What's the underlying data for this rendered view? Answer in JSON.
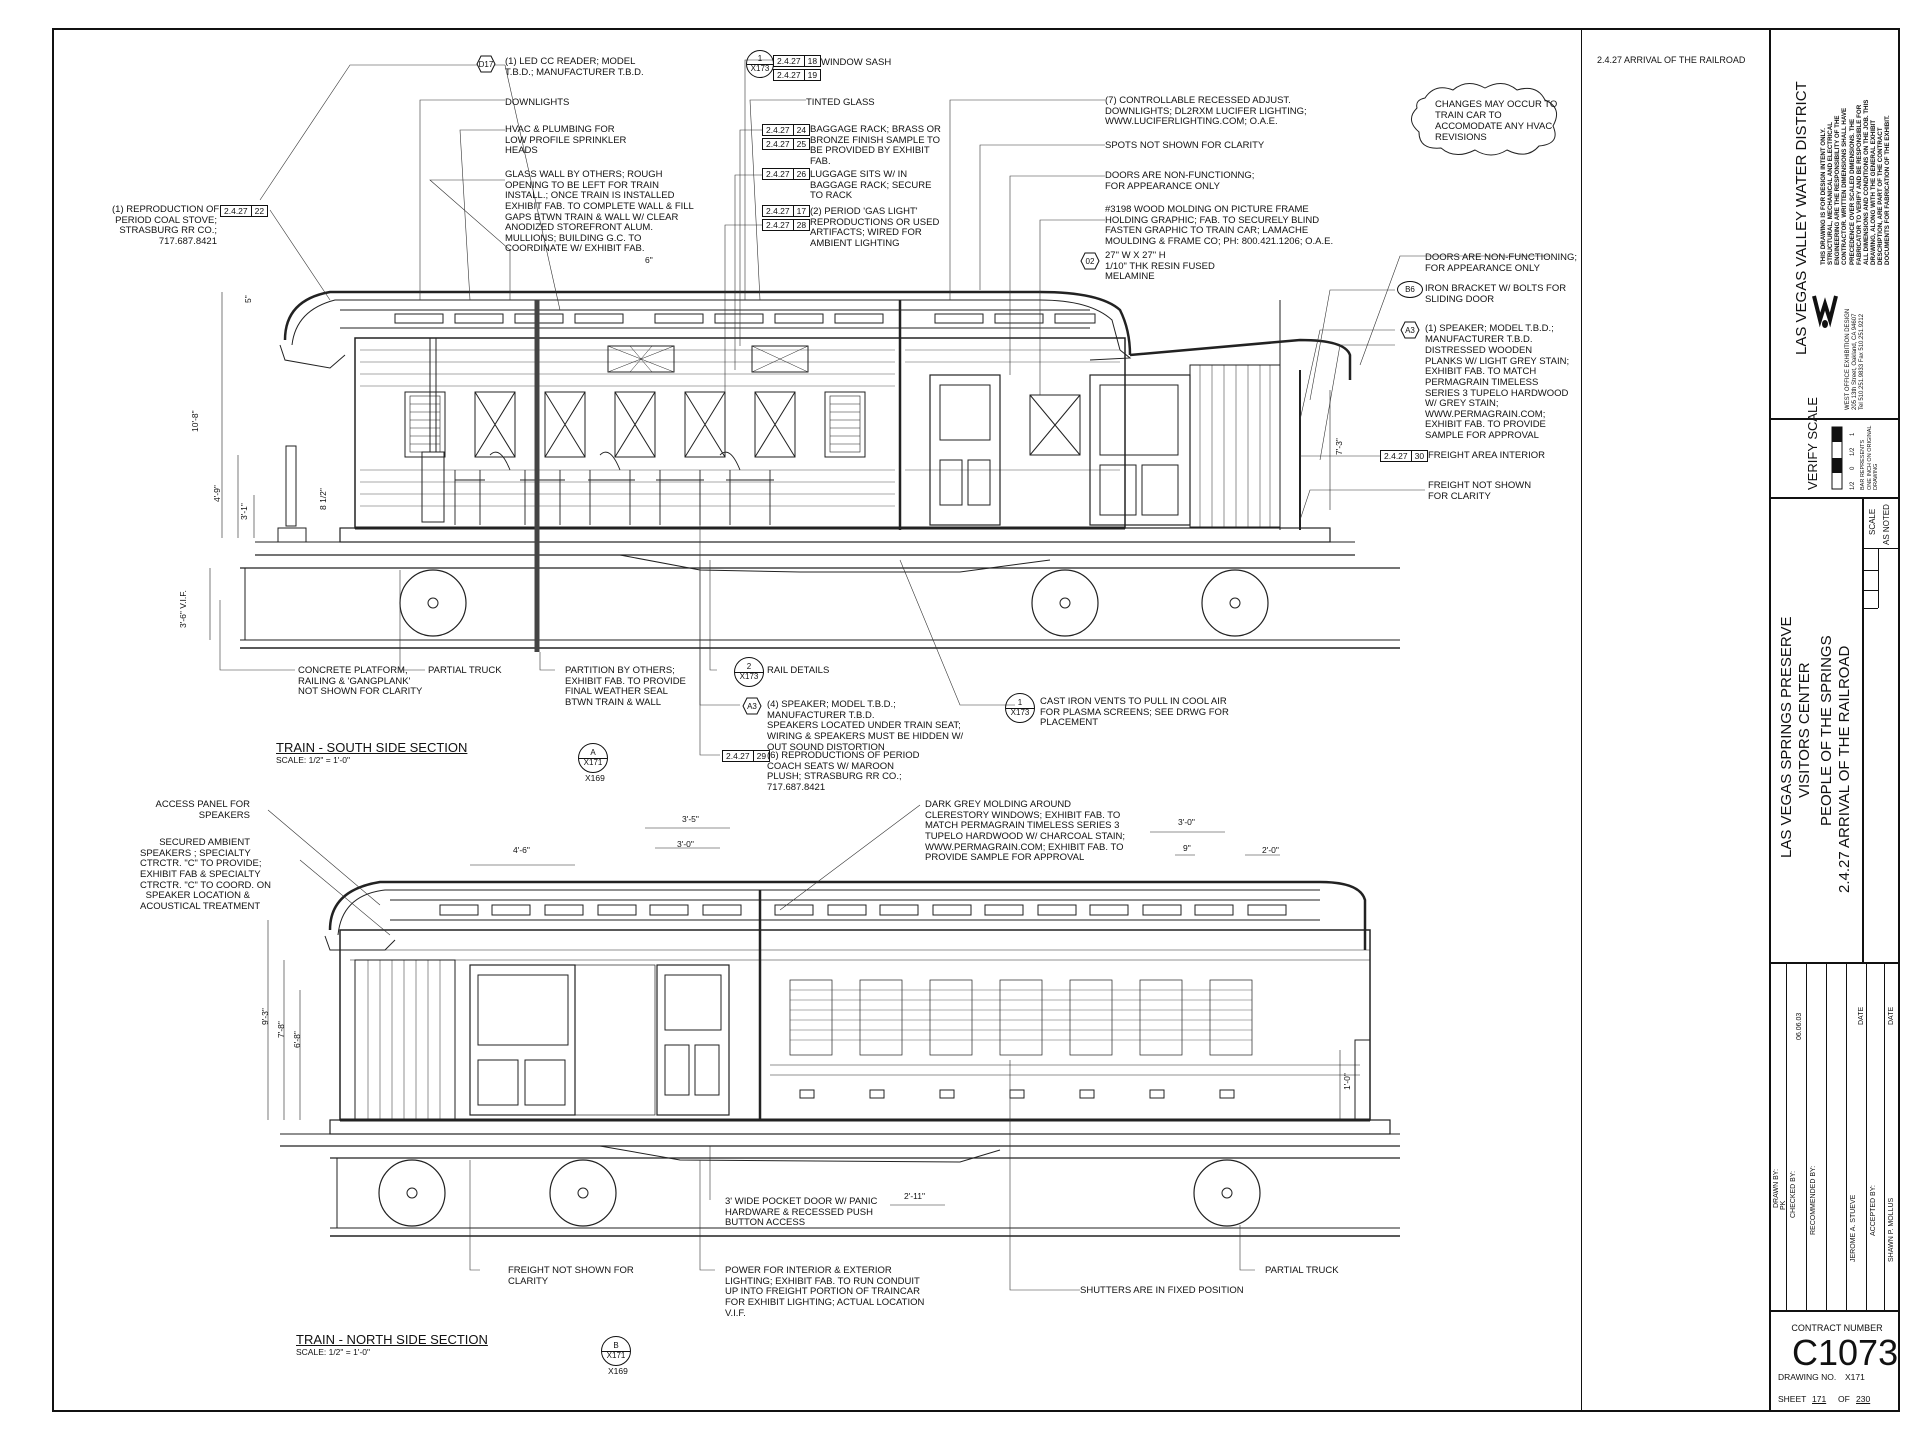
{
  "sheet_title": "2.4.27 ARRIVAL OF THE RAILROAD",
  "cloud_note": "CHANGES MAY OCCUR TO\nTRAIN CAR TO\nACCOMODATE ANY HVAC\nREVISIONS",
  "section_south": {
    "title": "TRAIN - SOUTH SIDE SECTION",
    "scale": "SCALE: 1/2\" = 1'-0\"",
    "ref_top": "A",
    "ref_bottom": "X171",
    "ref_sheet": "X169"
  },
  "section_north": {
    "title": "TRAIN - NORTH SIDE SECTION",
    "scale": "SCALE: 1/2\" = 1'-0\"",
    "ref_top": "B",
    "ref_bottom": "X171",
    "ref_sheet": "X169"
  },
  "tags": {
    "t1": [
      "2.4.27",
      "18"
    ],
    "t2": [
      "2.4.27",
      "19"
    ],
    "t3": [
      "2.4.27",
      "24"
    ],
    "t4": [
      "2.4.27",
      "25"
    ],
    "t5": [
      "2.4.27",
      "26"
    ],
    "t6": [
      "2.4.27",
      "17"
    ],
    "t7": [
      "2.4.27",
      "28"
    ],
    "t8": [
      "2.4.27",
      "22"
    ],
    "t9": [
      "2.4.27",
      "30"
    ],
    "t10": [
      "2.4.27",
      "29"
    ]
  },
  "symbols": {
    "d17": "D17",
    "d02": "02",
    "b6": "B6",
    "a3a": "A3",
    "a3b": "A3",
    "c1_top": "1",
    "c1_bot": "X173",
    "c2_top": "2",
    "c2_bot": "X173",
    "c3_top": "1",
    "c3_bot": "X173"
  },
  "notes_south": {
    "led": "(1) LED CC READER; MODEL\nT.B.D.; MANUFACTURER T.B.D.",
    "window_sash": "WINDOW SASH",
    "downlights": "DOWNLIGHTS",
    "tinted": "TINTED GLASS",
    "hvac": "HVAC & PLUMBING FOR\nLOW PROFILE SPRINKLER\nHEADS",
    "glass_wall": "GLASS WALL BY OTHERS; ROUGH\nOPENING TO BE LEFT FOR TRAIN\nINSTALL.; ONCE TRAIN IS INSTALLED\nEXHIBIT FAB. TO COMPLETE WALL & FILL\nGAPS BTWN TRAIN & WALL W/ CLEAR\nANODIZED STOREFRONT ALUM.\nMULLIONS; BUILDING G.C. TO\nCOORDINATE W/ EXHIBIT FAB.",
    "coal_stove": "(1) REPRODUCTION OF\nPERIOD COAL STOVE;\nSTRASBURG RR CO.;\n717.687.8421",
    "baggage": "BAGGAGE RACK; BRASS OR\nBRONZE FINISH SAMPLE TO\nBE PROVIDED BY EXHIBIT\nFAB.",
    "luggage": "LUGGAGE SITS W/ IN\nBAGGAGE RACK; SECURE\nTO RACK",
    "gaslight": "(2) PERIOD 'GAS LIGHT'\nREPRODUCTIONS OR USED\nARTIFACTS; WIRED FOR\nAMBIENT LIGHTING",
    "recessed": "(7) CONTROLLABLE RECESSED ADJUST.\nDOWNLIGHTS; DL2RXM LUCIFER LIGHTING;\nWWW.LUCIFERLIGHTING.COM; O.A.E.",
    "spots": "SPOTS NOT SHOWN FOR CLARITY",
    "doors1": "DOORS ARE NON-FUNCTIONNG;\nFOR APPEARANCE ONLY",
    "molding": "#3198 WOOD MOLDING ON PICTURE FRAME\nHOLDING GRAPHIC; FAB. TO SECURELY BLIND\nFASTEN GRAPHIC TO TRAIN CAR; LAMACHE\nMOULDING & FRAME CO; PH: 800.421.1206; O.A.E.",
    "resin": "27\" W X 27\" H\n1/10\" THK RESIN FUSED\nMELAMINE",
    "doors2": "DOORS ARE NON-FUNCTIONING;\nFOR APPEARANCE ONLY",
    "iron_bracket": "IRON BRACKET W/ BOLTS FOR\nSLIDING DOOR",
    "speaker1": "(1) SPEAKER; MODEL T.B.D.;\nMANUFACTURER T.B.D.",
    "planks": "DISTRESSED WOODEN\nPLANKS W/ LIGHT GREY STAIN;\nEXHIBIT FAB. TO MATCH\nPERMAGRAIN TIMELESS\nSERIES 3 TUPELO HARDWOOD\nW/ GREY STAIN;\nWWW.PERMAGRAIN.COM;\nEXHIBIT FAB. TO PROVIDE\nSAMPLE FOR APPROVAL",
    "freight_interior": "FREIGHT AREA INTERIOR",
    "freight_not_shown": "FREIGHT NOT SHOWN\nFOR CLARITY",
    "platform": "CONCRETE PLATFORM,\nRAILING & 'GANGPLANK'\nNOT SHOWN FOR CLARITY",
    "partial_truck": "PARTIAL TRUCK",
    "partition": "PARTITION BY OTHERS;\nEXHIBIT FAB. TO PROVIDE\nFINAL WEATHER SEAL\nBTWN TRAIN & WALL",
    "rail_details": "RAIL DETAILS",
    "speaker4": "(4) SPEAKER; MODEL T.B.D.;\nMANUFACTURER T.B.D.\nSPEAKERS LOCATED UNDER TRAIN SEAT;\nWIRING & SPEAKERS MUST BE HIDDEN W/\nOUT SOUND DISTORTION",
    "cast_iron": "CAST IRON VENTS TO PULL IN COOL AIR\nFOR PLASMA SCREENS; SEE DRWG FOR\nPLACEMENT",
    "seats": "(6) REPRODUCTIONS OF PERIOD\nCOACH SEATS W/ MAROON\nPLUSH; STRASBURG RR CO.;\n717.687.8421"
  },
  "notes_north": {
    "access": "ACCESS PANEL FOR\nSPEAKERS",
    "ambient": "SECURED AMBIENT\nSPEAKERS ; SPECIALTY\nCTRCTR. \"C\" TO PROVIDE;\nEXHIBIT FAB & SPECIALTY\nCTRCTR. \"C\" TO COORD. ON\nSPEAKER LOCATION &\nACOUSTICAL TREATMENT",
    "dark_grey": "DARK GREY MOLDING AROUND\nCLERESTORY WINDOWS; EXHIBIT FAB. TO\nMATCH PERMAGRAIN TIMELESS SERIES 3\nTUPELO HARDWOOD W/ CHARCOAL STAIN;\nWWW.PERMAGRAIN.COM; EXHIBIT FAB. TO\nPROVIDE SAMPLE FOR APPROVAL",
    "pocket_door": "3' WIDE POCKET DOOR W/ PANIC\nHARDWARE & RECESSED PUSH\nBUTTON ACCESS",
    "freight": "FREIGHT NOT SHOWN FOR\nCLARITY",
    "power": "POWER FOR INTERIOR & EXTERIOR\nLIGHTING; EXHIBIT FAB. TO RUN CONDUIT\nUP INTO FREIGHT PORTION OF TRAINCAR\nFOR EXHIBIT LIGHTING; ACTUAL LOCATION\nV.I.F.",
    "shutters": "SHUTTERS ARE IN FIXED POSITION",
    "partial_truck": "PARTIAL TRUCK"
  },
  "dims_south": {
    "d6in": "6\"",
    "d5in": "5\"",
    "d10_8": "10'-8\"",
    "d4_9": "4'-9\"",
    "d3_1": "3'-1\"",
    "d8_5": "8 1/2\"",
    "d7_3": "7'-3\"",
    "d3_6": "3'-6\" V.I.F."
  },
  "dims_north": {
    "d4_6": "4'-6\"",
    "d3_5": "3'-5\"",
    "d3_0a": "3'-0\"",
    "d3_0b": "3'-0\"",
    "d9in": "9\"",
    "d2_0": "2'-0\"",
    "d9_3": "9'-3\"",
    "d7_8": "7'-8\"",
    "d6_8": "6'-8\"",
    "d1_0": "1'-0\"",
    "d2_11": "2'-11\""
  },
  "title_block": {
    "client": "LAS VEGAS VALLEY WATER DISTRICT",
    "disclaimer": "THIS DRAWING IS FOR DESIGN INTENT ONLY.\nSTRUCTURAL, MECHANICAL AND ELECTRICAL\nENGINEERING ARE THE RESPONSIBILITY OF THE\nCONTRACTOR. WRITTEN DIMENSIONS SHALL HAVE\nPRECEDENCE OVER SCALED DIMENSIONS. THE\nFABRICATOR TO VERIFY AND BE RESPONSIBLE FOR\nALL DIMENSIONS AND CONDITIONS ON THE JOB. THIS\nDRAWING, ALONG WITH THE GENERAL EXHIBIT\nDESCRIPTION, ARE PART OF THE CONTRACT\nDOCUMENTS FOR FABRICATION OF THE EXHIBIT.",
    "firm": "WEST OFFICE EXHIBITION DESIGN\n205 13th Street, Oakland, CA 94607\nTel 510.251.9833 Fax 510.251.9212",
    "verify_scale": "VERIFY SCALE",
    "bar_note": "BAR REPRESENTS\nONE INCH ON ORIGINAL\nDRAWING",
    "bar_ticks": [
      "1/2",
      "0",
      "1/2",
      "1"
    ],
    "project_1": "LAS VEGAS SPRINGS PRESERVE",
    "project_2": "VISITORS CENTER",
    "exhibit_1": "PEOPLE OF THE SPRINGS",
    "exhibit_2": "2.4.27 ARRIVAL OF THE RAILROAD",
    "scale_label": "SCALE",
    "scale_value": "AS NOTED",
    "drawn_by_label": "DRAWN BY:",
    "drawn_by": "PK",
    "checked_by_label": "CHECKED BY:",
    "date1": "06.06.03",
    "recommended_label": "RECOMMENDED BY:",
    "recommended_name": "JEROME A. STUEVE",
    "date_label": "DATE",
    "accepted_label": "ACCEPTED BY:",
    "accepted_name": "SHAWN P. MOLLUS",
    "contract_label": "CONTRACT NUMBER",
    "contract_number": "C1073",
    "drawing_no_label": "DRAWING NO.",
    "drawing_no": "X171",
    "sheet_label": "SHEET",
    "sheet_num": "171",
    "of_label": "OF",
    "sheet_total": "230"
  }
}
